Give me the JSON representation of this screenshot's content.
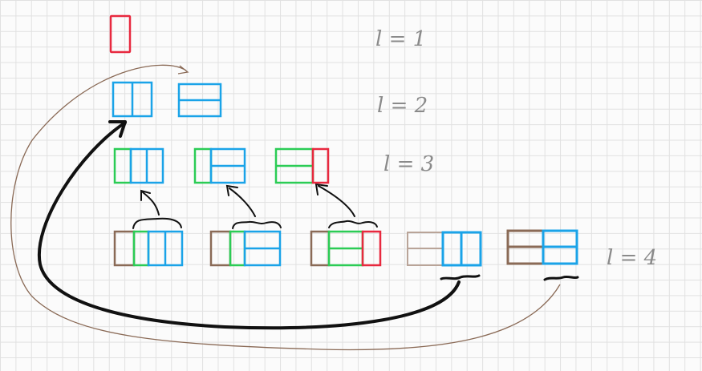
{
  "colors": {
    "red": "#e8293f",
    "blue": "#1aa3e8",
    "green": "#2bcc55",
    "brown": "#8a6a56",
    "brown_light": "#b9a498",
    "black": "#111111",
    "grid": "#e1e1e1",
    "label": "#8a8a8a"
  },
  "levels": [
    {
      "label": "l = 1",
      "tilings": [
        [
          "red-vertical"
        ]
      ]
    },
    {
      "label": "l = 2",
      "tilings": [
        [
          "blue-vertical",
          "blue-vertical"
        ],
        [
          "blue-horizontal",
          "blue-horizontal"
        ]
      ]
    },
    {
      "label": "l = 3",
      "tilings": [
        [
          "green-vertical",
          "blue-vertical",
          "blue-vertical"
        ],
        [
          "green-vertical",
          "blue-horizontal",
          "blue-horizontal"
        ],
        [
          "green-horizontal",
          "green-horizontal",
          "red-vertical"
        ]
      ]
    },
    {
      "label": "l = 4",
      "tilings": [
        [
          "brown-vertical",
          "green-vertical",
          "blue-vertical",
          "blue-vertical"
        ],
        [
          "brown-vertical",
          "green-vertical",
          "blue-horizontal",
          "blue-horizontal"
        ],
        [
          "brown-vertical",
          "green-horizontal",
          "green-horizontal",
          "red-vertical"
        ],
        [
          "brown-horizontal",
          "brown-horizontal",
          "blue-vertical",
          "blue-vertical"
        ],
        [
          "brown-horizontal",
          "brown-horizontal",
          "blue-horizontal",
          "blue-horizontal"
        ]
      ]
    }
  ]
}
